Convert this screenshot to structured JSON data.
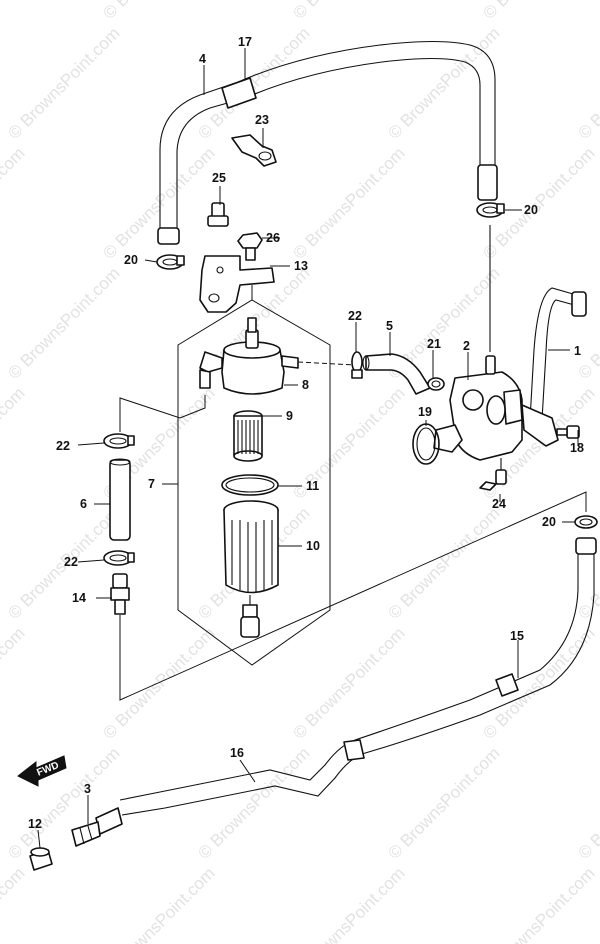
{
  "watermark": "© BrownsPoint.com",
  "forward_arrow_text": "FWD",
  "callouts": [
    {
      "num": "1"
    },
    {
      "num": "2"
    },
    {
      "num": "3"
    },
    {
      "num": "4"
    },
    {
      "num": "5"
    },
    {
      "num": "6"
    },
    {
      "num": "7"
    },
    {
      "num": "8"
    },
    {
      "num": "9"
    },
    {
      "num": "10"
    },
    {
      "num": "11"
    },
    {
      "num": "12"
    },
    {
      "num": "13"
    },
    {
      "num": "14"
    },
    {
      "num": "15"
    },
    {
      "num": "16"
    },
    {
      "num": "17"
    },
    {
      "num": "18"
    },
    {
      "num": "19"
    },
    {
      "num": "20"
    },
    {
      "num": "20"
    },
    {
      "num": "20"
    },
    {
      "num": "21"
    },
    {
      "num": "22"
    },
    {
      "num": "22"
    },
    {
      "num": "22"
    },
    {
      "num": "23"
    },
    {
      "num": "24"
    },
    {
      "num": "25"
    },
    {
      "num": "26"
    }
  ]
}
